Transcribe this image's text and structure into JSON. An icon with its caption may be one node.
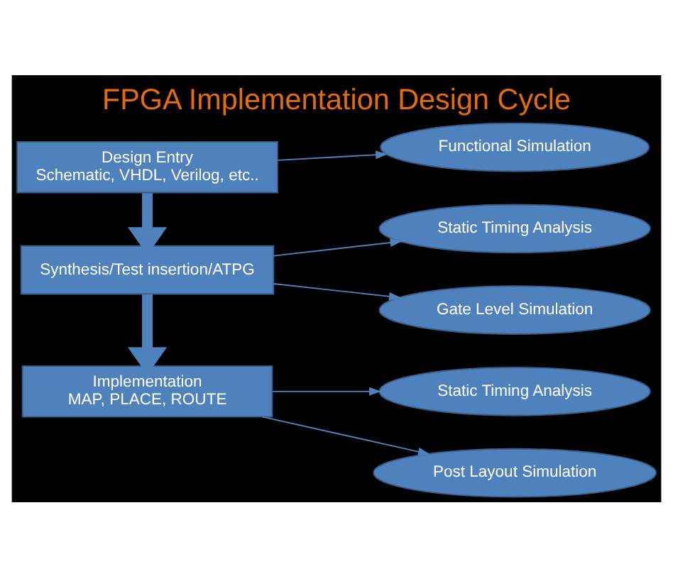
{
  "diagram": {
    "title": "FPGA Implementation Design Cycle",
    "nodes": [
      {
        "text": [
          "Design Entry",
          "Schematic, VHDL, Verilog, etc.."
        ]
      },
      {
        "text": [
          "Functional Simulation"
        ]
      },
      {
        "text": [
          "Synthesis/Test insertion/ATPG"
        ]
      },
      {
        "text": [
          "Static Timing Analysis"
        ]
      },
      {
        "text": [
          "Gate Level Simulation"
        ]
      },
      {
        "text": [
          "Implementation",
          "MAP, PLACE, ROUTE"
        ]
      },
      {
        "text": [
          "Static Timing Analysis"
        ]
      },
      {
        "text": [
          "Post Layout Simulation"
        ]
      }
    ],
    "edges": [
      {
        "from": 0,
        "to": 1,
        "arrow": "to"
      },
      {
        "from": 0,
        "to": 2,
        "arrow": "to",
        "style": "thick"
      },
      {
        "from": 2,
        "to": 3,
        "arrow": "to"
      },
      {
        "from": 2,
        "to": 4,
        "arrow": "to"
      },
      {
        "from": 2,
        "to": 5,
        "arrow": "to",
        "style": "thick"
      },
      {
        "from": 5,
        "to": 6,
        "arrow": "to"
      },
      {
        "from": 5,
        "to": 7,
        "arrow": "to"
      }
    ]
  }
}
